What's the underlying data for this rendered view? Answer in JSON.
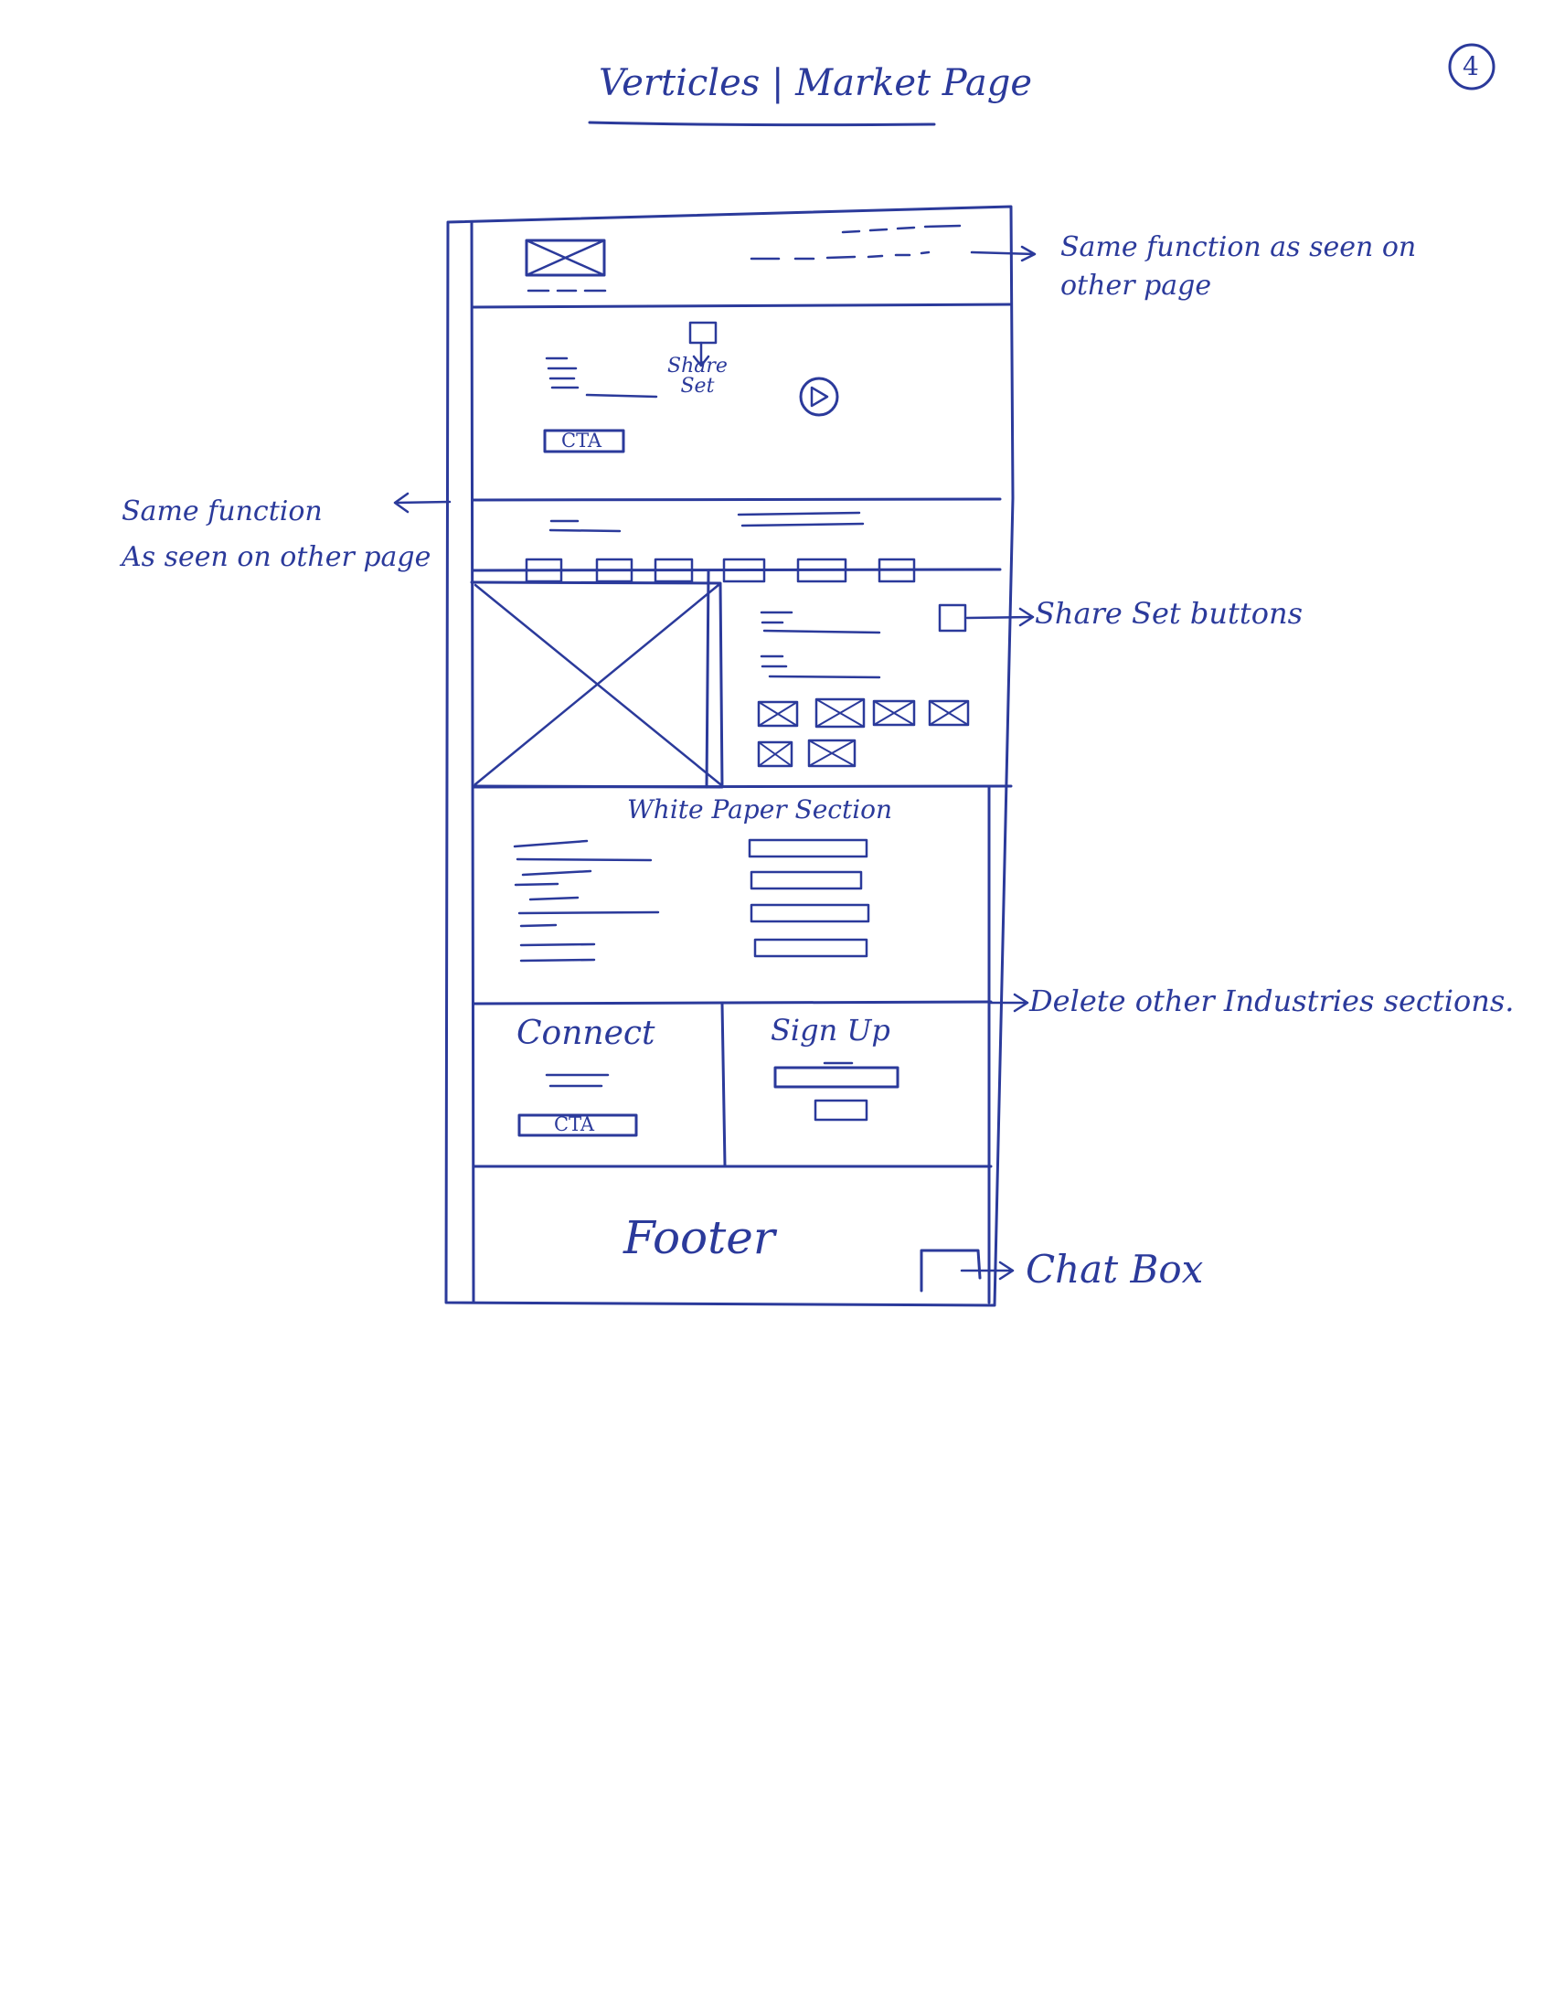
{
  "title": "Verticles | Market Page",
  "page_number": "4",
  "wireframe": {
    "hero_share": "Share\nSet",
    "hero_cta": "CTA",
    "white_paper": "White Paper Section",
    "connect": "Connect",
    "connect_cta": "CTA",
    "sign_up": "Sign Up",
    "footer": "Footer"
  },
  "annotations": {
    "header": "Same function as seen on\nother page",
    "nav": "Same function\nAs seen on other page",
    "share_set": "Share Set buttons",
    "delete_sections": "Delete other Industries sections.",
    "chat_box": "Chat Box"
  },
  "colors": {
    "ink": "#2b3a9b",
    "paper": "#ffffff"
  }
}
